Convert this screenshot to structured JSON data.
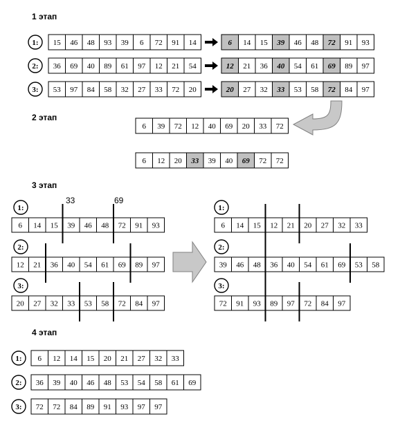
{
  "stages": [
    {
      "label": "1 этап"
    },
    {
      "label": "2 этап"
    },
    {
      "label": "3 этап"
    },
    {
      "label": "4 этап"
    }
  ],
  "stage1": {
    "rows": [
      {
        "index": "1:",
        "input": [
          "15",
          "46",
          "48",
          "93",
          "39",
          "6",
          "72",
          "91",
          "14"
        ],
        "output": [
          "6",
          "14",
          "15",
          "39",
          "46",
          "48",
          "72",
          "91",
          "93"
        ],
        "selected": [
          0,
          3,
          6
        ]
      },
      {
        "index": "2:",
        "input": [
          "36",
          "69",
          "40",
          "89",
          "61",
          "97",
          "12",
          "21",
          "54"
        ],
        "output": [
          "12",
          "21",
          "36",
          "40",
          "54",
          "61",
          "69",
          "89",
          "97"
        ],
        "selected": [
          0,
          3,
          6
        ]
      },
      {
        "index": "3:",
        "input": [
          "53",
          "97",
          "84",
          "58",
          "32",
          "27",
          "33",
          "72",
          "20"
        ],
        "output": [
          "20",
          "27",
          "32",
          "33",
          "53",
          "58",
          "72",
          "84",
          "97"
        ],
        "selected": [
          0,
          3,
          6
        ]
      }
    ]
  },
  "stage2": {
    "merged": [
      "6",
      "39",
      "72",
      "12",
      "40",
      "69",
      "20",
      "33",
      "72"
    ],
    "sorted": [
      "6",
      "12",
      "20",
      "33",
      "39",
      "40",
      "69",
      "72",
      "72"
    ],
    "highlighted": [
      3,
      6
    ]
  },
  "stage3": {
    "pivot_labels": [
      "33",
      "69"
    ],
    "left": [
      {
        "index": "1:",
        "cells": [
          "6",
          "14",
          "15",
          "39",
          "46",
          "48",
          "72",
          "91",
          "93"
        ],
        "splits": [
          3,
          6
        ]
      },
      {
        "index": "2:",
        "cells": [
          "12",
          "21",
          "36",
          "40",
          "54",
          "61",
          "69",
          "89",
          "97"
        ],
        "splits": [
          2,
          7
        ]
      },
      {
        "index": "3:",
        "cells": [
          "20",
          "27",
          "32",
          "33",
          "53",
          "58",
          "72",
          "84",
          "97"
        ],
        "splits": [
          4,
          6
        ]
      }
    ],
    "right": [
      {
        "index": "1:",
        "cells": [
          "6",
          "14",
          "15",
          "12",
          "21",
          "20",
          "27",
          "32",
          "33"
        ],
        "splits": [
          3,
          5
        ]
      },
      {
        "index": "2:",
        "cells": [
          "39",
          "46",
          "48",
          "36",
          "40",
          "54",
          "61",
          "69",
          "53",
          "58"
        ],
        "splits": [
          3,
          8
        ]
      },
      {
        "index": "3:",
        "cells": [
          "72",
          "91",
          "93",
          "89",
          "97",
          "72",
          "84",
          "97"
        ],
        "splits": [
          3,
          5
        ]
      }
    ]
  },
  "stage4": {
    "rows": [
      {
        "index": "1:",
        "cells": [
          "6",
          "12",
          "14",
          "15",
          "20",
          "21",
          "27",
          "32",
          "33"
        ]
      },
      {
        "index": "2:",
        "cells": [
          "36",
          "39",
          "40",
          "46",
          "48",
          "53",
          "54",
          "58",
          "61",
          "69"
        ]
      },
      {
        "index": "3:",
        "cells": [
          "72",
          "72",
          "84",
          "89",
          "91",
          "93",
          "97",
          "97"
        ]
      }
    ]
  },
  "colors": {
    "cell_fill": "#ffffff",
    "selected_fill": "#c0c0c0",
    "arrow_fill": "#c8c8c8",
    "stroke": "#000000"
  }
}
